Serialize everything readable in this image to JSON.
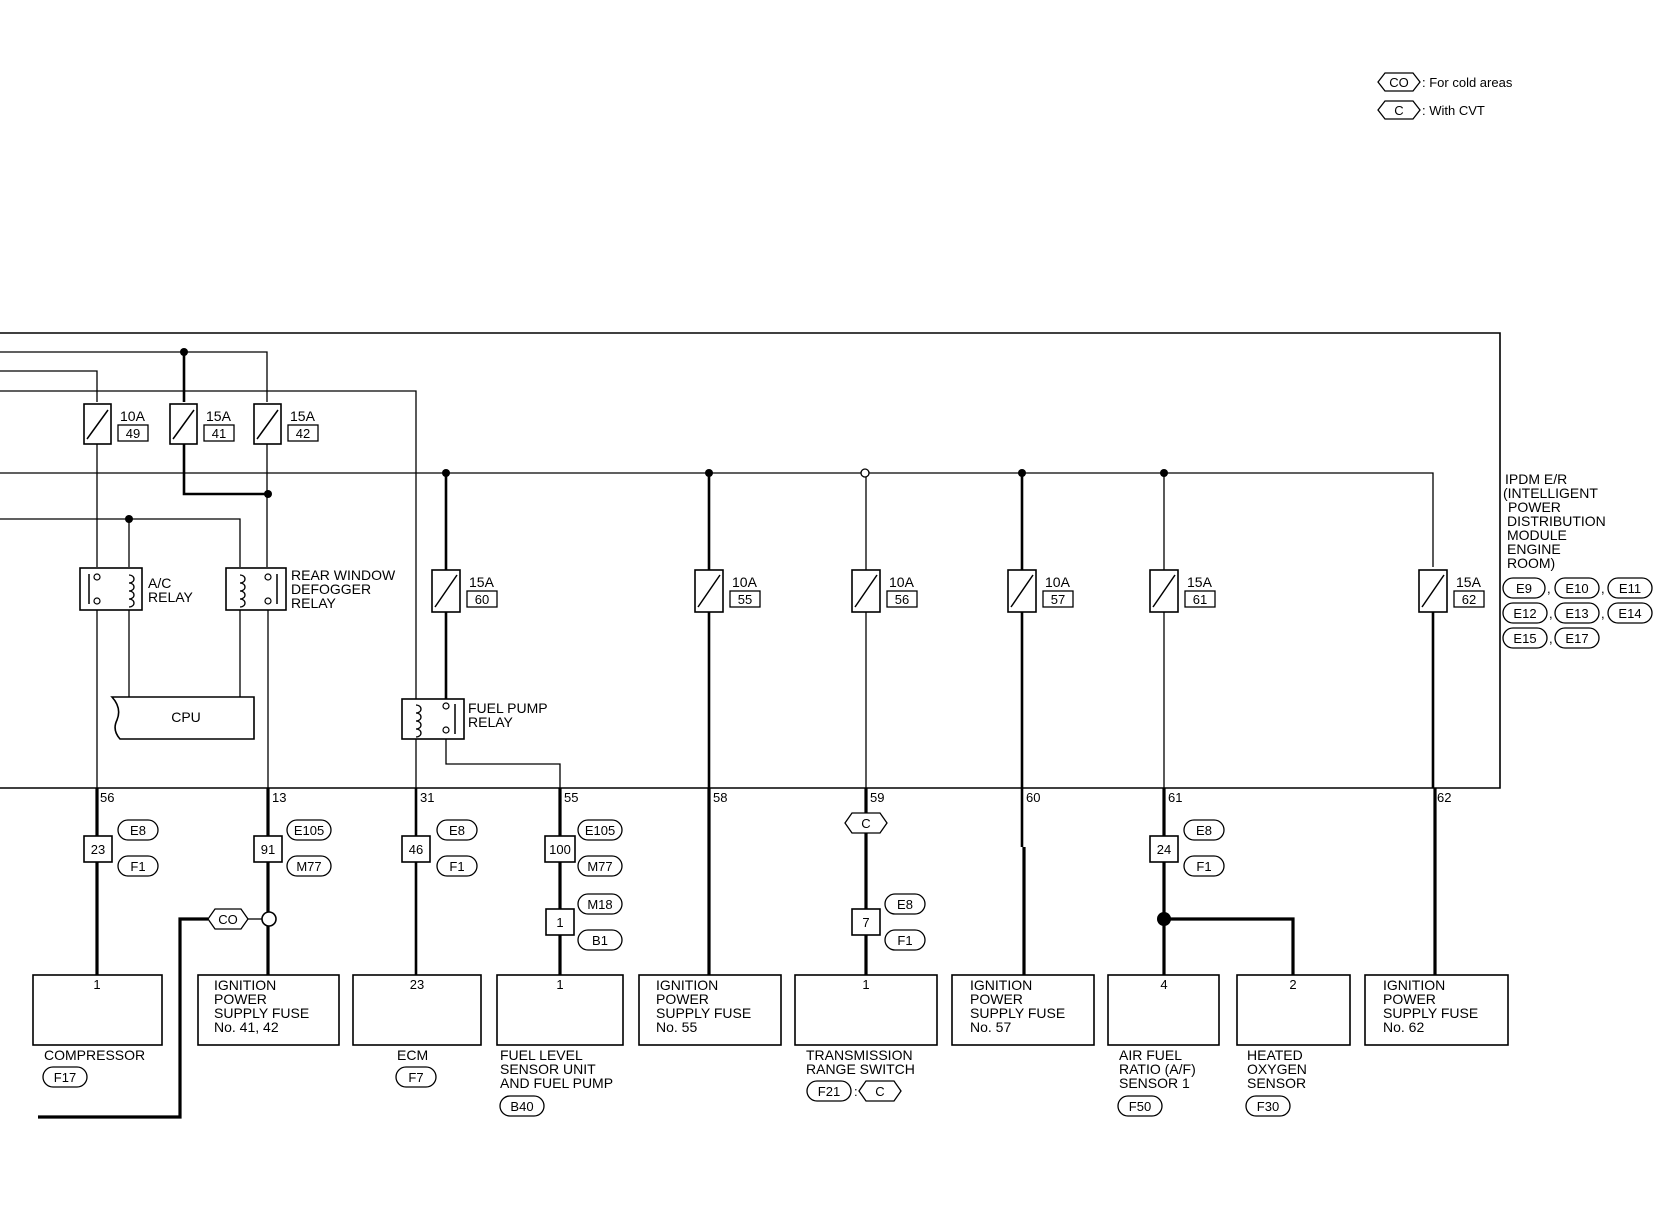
{
  "legend": [
    {
      "badge": "CO",
      "text": ": For cold areas"
    },
    {
      "badge": "C",
      "text": ": With CVT"
    }
  ],
  "ipdm": {
    "label_lines": [
      "IPDM E/R",
      "(INTELLIGENT",
      "POWER",
      "DISTRIBUTION",
      "MODULE",
      "ENGINE",
      "ROOM)"
    ],
    "connectors": [
      "E9",
      "E10",
      "E11",
      "E12",
      "E13",
      "E14",
      "E15",
      "E17"
    ]
  },
  "fuses": [
    {
      "amp": "10A",
      "num": "49"
    },
    {
      "amp": "15A",
      "num": "41"
    },
    {
      "amp": "15A",
      "num": "42"
    },
    {
      "amp": "15A",
      "num": "60"
    },
    {
      "amp": "10A",
      "num": "55"
    },
    {
      "amp": "10A",
      "num": "56"
    },
    {
      "amp": "10A",
      "num": "57"
    },
    {
      "amp": "15A",
      "num": "61"
    },
    {
      "amp": "15A",
      "num": "62"
    }
  ],
  "relays": {
    "ac": [
      "A/C",
      "RELAY"
    ],
    "rear": [
      "REAR WINDOW",
      "DEFOGGER",
      "RELAY"
    ],
    "fuel": [
      "FUEL PUMP",
      "RELAY"
    ],
    "cpu": "CPU"
  },
  "terminals": [
    "56",
    "13",
    "31",
    "55",
    "58",
    "59",
    "60",
    "61",
    "62"
  ],
  "inline_connectors": [
    {
      "pin": "23",
      "top": "E8",
      "bottom": "F1"
    },
    {
      "pin": "91",
      "top": "E105",
      "bottom": "M77"
    },
    {
      "pin": "46",
      "top": "E8",
      "bottom": "F1"
    },
    {
      "pin": "100",
      "top": "E105",
      "bottom": "M77"
    },
    {
      "pin": "1",
      "top": "M18",
      "bottom": "B1"
    },
    {
      "pin": "7",
      "top": "E8",
      "bottom": "F1"
    },
    {
      "pin": "24",
      "top": "E8",
      "bottom": "F1"
    }
  ],
  "option_tags": {
    "co_tag": "CO",
    "c_tag": "C",
    "c_tag_2": "C"
  },
  "components": [
    {
      "pin": "1",
      "name_lines": [
        "COMPRESSOR"
      ],
      "connector": "F17"
    },
    {
      "pin": "",
      "name_lines": [
        "IGNITION",
        "POWER",
        "SUPPLY FUSE",
        "No. 41, 42"
      ],
      "connector": ""
    },
    {
      "pin": "23",
      "name_lines": [
        "ECM"
      ],
      "connector": "F7"
    },
    {
      "pin": "1",
      "name_lines": [
        "FUEL LEVEL",
        "SENSOR UNIT",
        "AND FUEL PUMP"
      ],
      "connector": "B40"
    },
    {
      "pin": "",
      "name_lines": [
        "IGNITION",
        "POWER",
        "SUPPLY FUSE",
        "No. 55"
      ],
      "connector": ""
    },
    {
      "pin": "1",
      "name_lines": [
        "TRANSMISSION",
        "RANGE SWITCH"
      ],
      "connector": "F21"
    },
    {
      "pin": "",
      "name_lines": [
        "IGNITION",
        "POWER",
        "SUPPLY FUSE",
        "No. 57"
      ],
      "connector": ""
    },
    {
      "pin": "4",
      "name_lines": [
        "AIR FUEL",
        "RATIO (A/F)",
        "SENSOR 1"
      ],
      "connector": "F50"
    },
    {
      "pin": "2",
      "name_lines": [
        "HEATED",
        "OXYGEN",
        "SENSOR"
      ],
      "connector": "F30"
    },
    {
      "pin": "",
      "name_lines": [
        "IGNITION",
        "POWER",
        "SUPPLY FUSE",
        "No. 62"
      ],
      "connector": ""
    }
  ],
  "colon": ":"
}
